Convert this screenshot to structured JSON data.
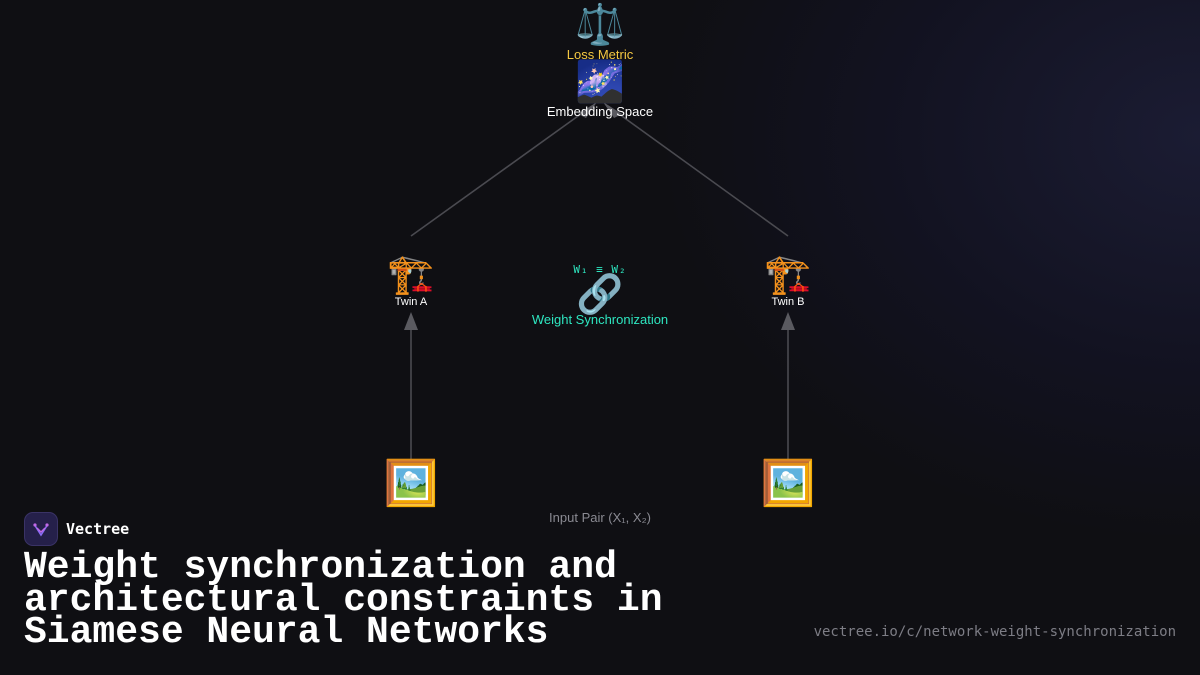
{
  "diagram": {
    "nodes": {
      "loss_metric": {
        "icon": "balance-scale-icon",
        "glyph": "⚖️",
        "label": "Loss Metric",
        "color": "#f5c842"
      },
      "embedding_space": {
        "icon": "galaxy-icon",
        "glyph": "🌌",
        "label": "Embedding Space",
        "color": "#ffffff"
      },
      "twin_a": {
        "icon": "crane-icon",
        "glyph": "🏗️",
        "label": "Twin A"
      },
      "twin_b": {
        "icon": "crane-icon",
        "glyph": "🏗️",
        "label": "Twin B"
      },
      "weight_sync": {
        "icon": "link-icon",
        "glyph": "🔗",
        "formula": "W₁ ≡ W₂",
        "label": "Weight Synchronization",
        "color": "#2ee6c0"
      },
      "input_a": {
        "icon": "framed-picture-icon",
        "glyph": "🖼️"
      },
      "input_b": {
        "icon": "framed-picture-icon",
        "glyph": "🖼️"
      }
    },
    "input_pair_label": "Input Pair (X₁, X₂)"
  },
  "brand": {
    "name": "Vectree",
    "logo_icon": "vectree-logo-icon",
    "accent": "#7b5cf0"
  },
  "headline": "Weight synchronization and architectural constraints in Siamese Neural Networks",
  "url": "vectree.io/c/network-weight-synchronization"
}
